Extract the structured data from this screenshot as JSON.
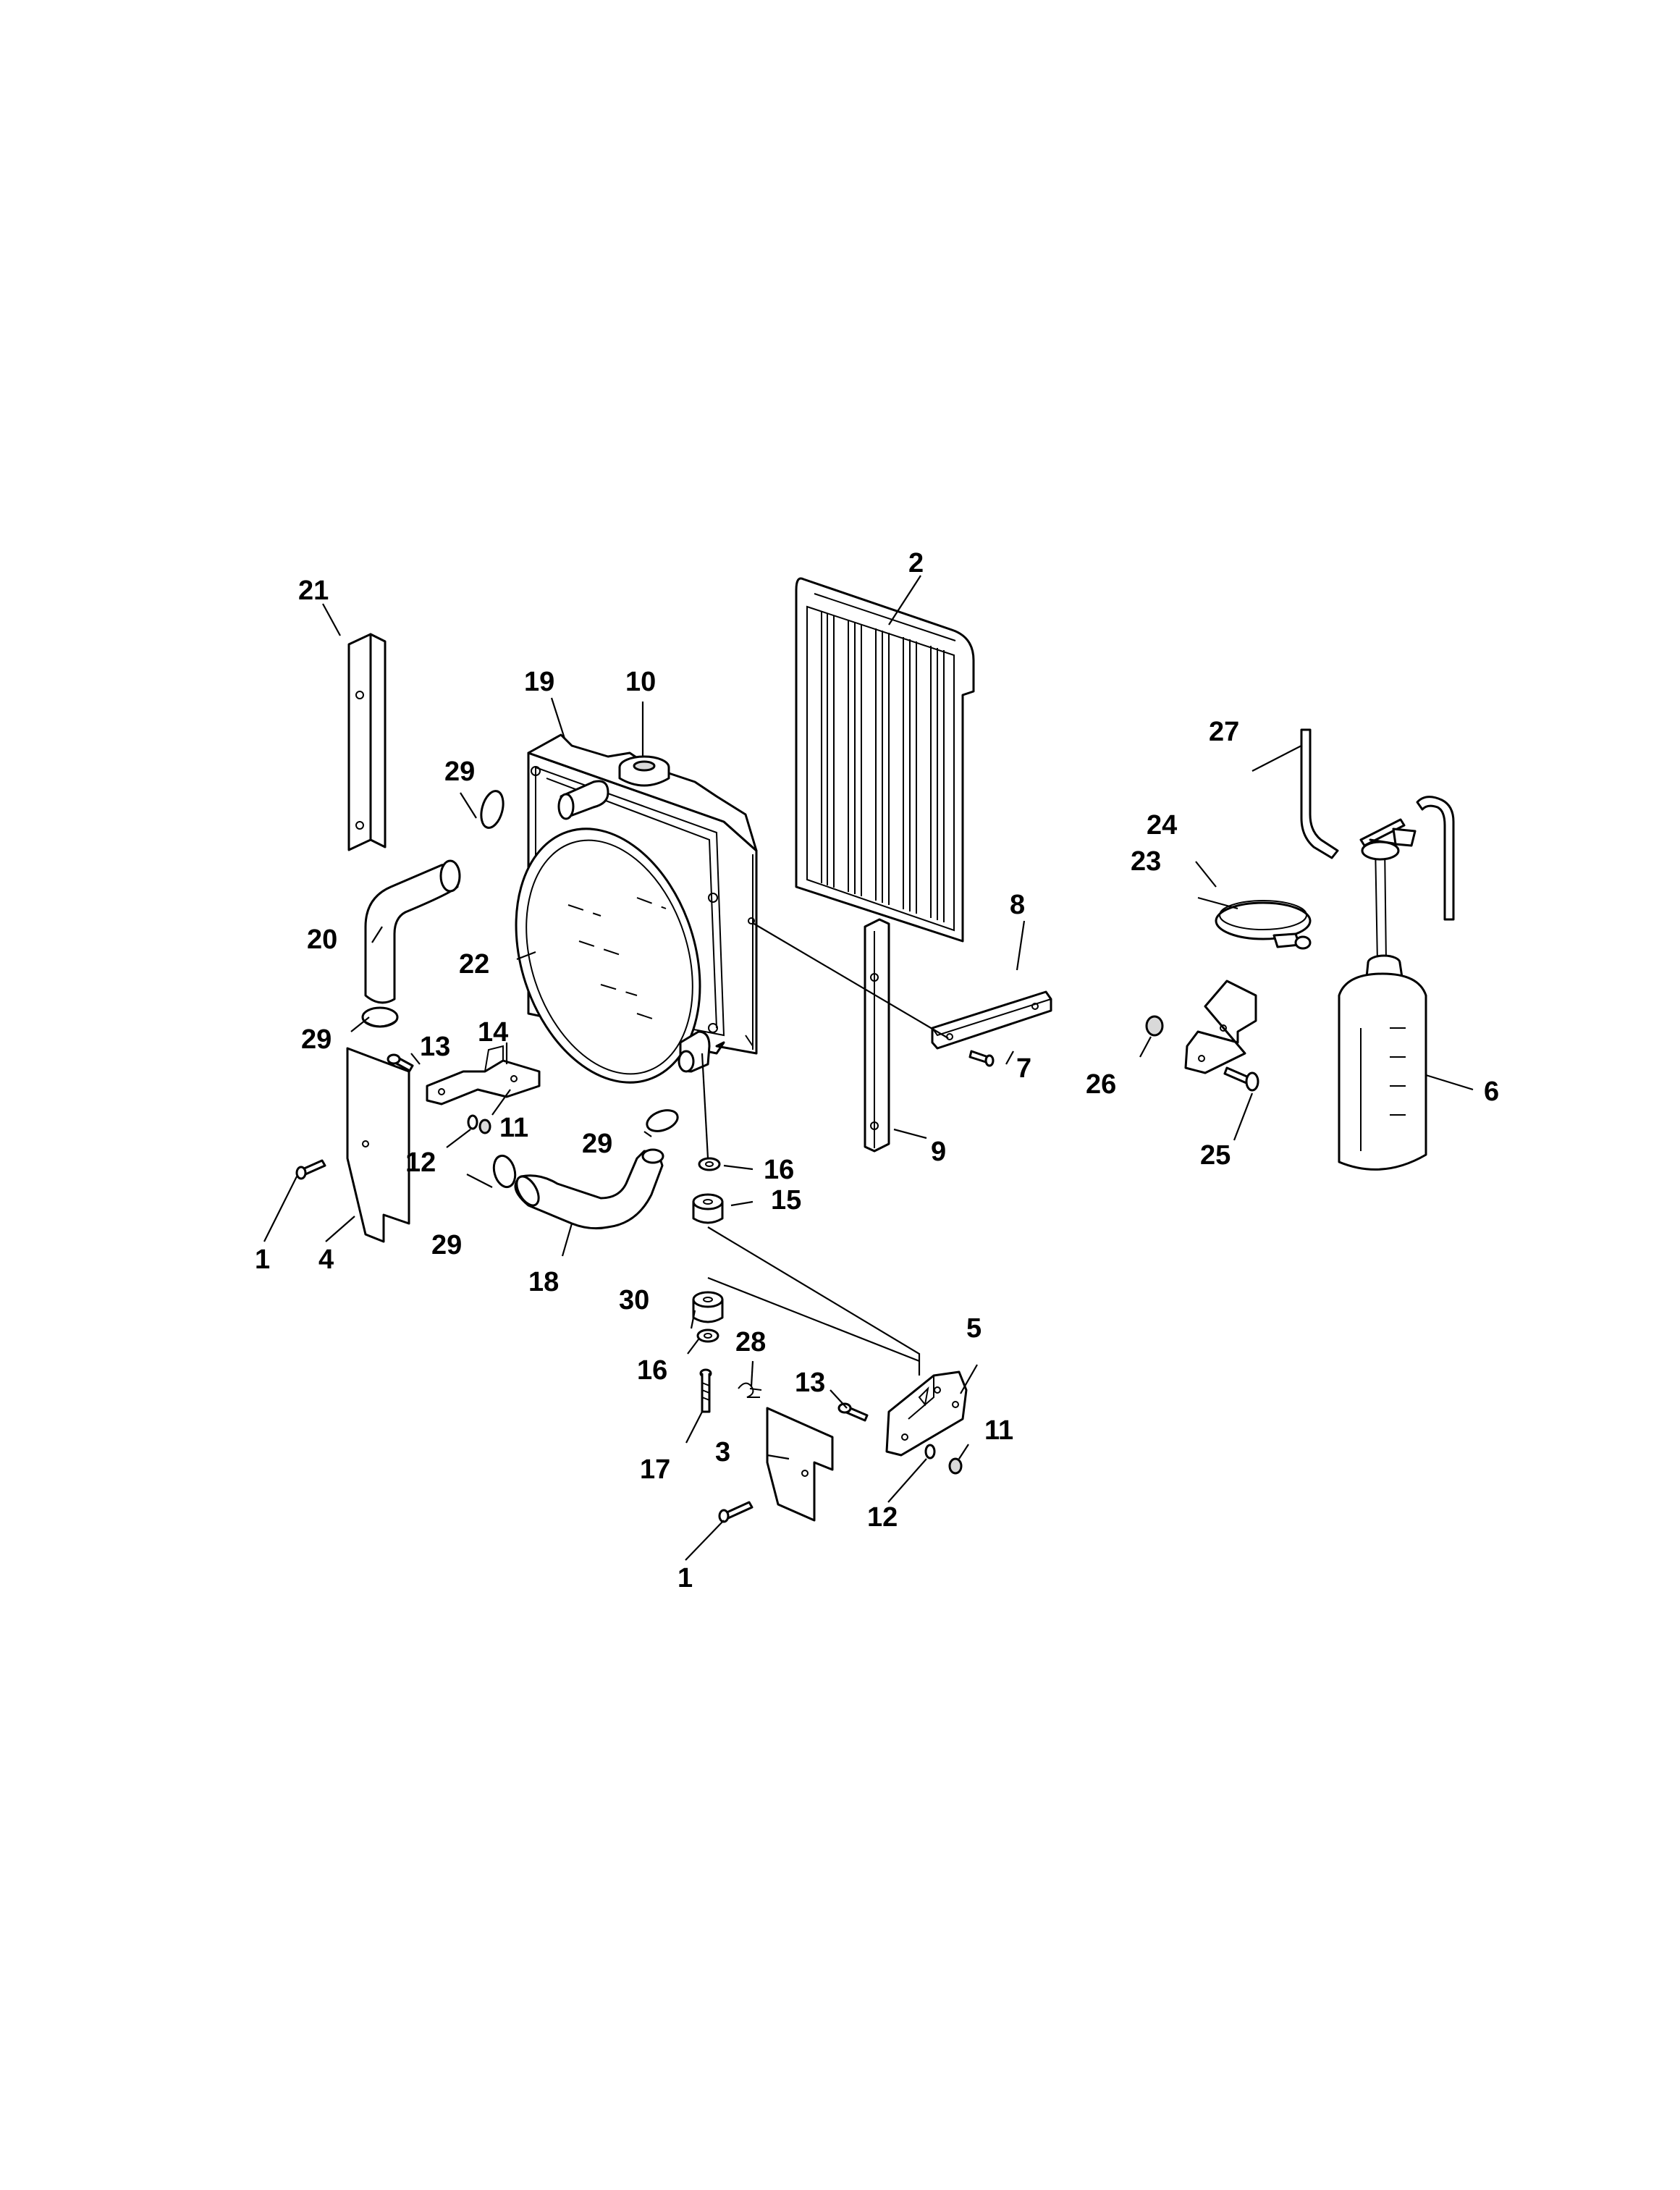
{
  "callouts": {
    "c1a": "1",
    "c1b": "1",
    "c2": "2",
    "c3": "3",
    "c4": "4",
    "c5": "5",
    "c6": "6",
    "c7": "7",
    "c8": "8",
    "c9": "9",
    "c10": "10",
    "c11a": "11",
    "c11b": "11",
    "c12a": "12",
    "c12b": "12",
    "c13a": "13",
    "c13b": "13",
    "c14": "14",
    "c15": "15",
    "c16a": "16",
    "c16b": "16",
    "c17": "17",
    "c18": "18",
    "c19": "19",
    "c20": "20",
    "c21": "21",
    "c22": "22",
    "c23": "23",
    "c24": "24",
    "c25": "25",
    "c26": "26",
    "c27": "27",
    "c28": "28",
    "c29a": "29",
    "c29b": "29",
    "c29c": "29",
    "c29d": "29",
    "c30": "30"
  }
}
